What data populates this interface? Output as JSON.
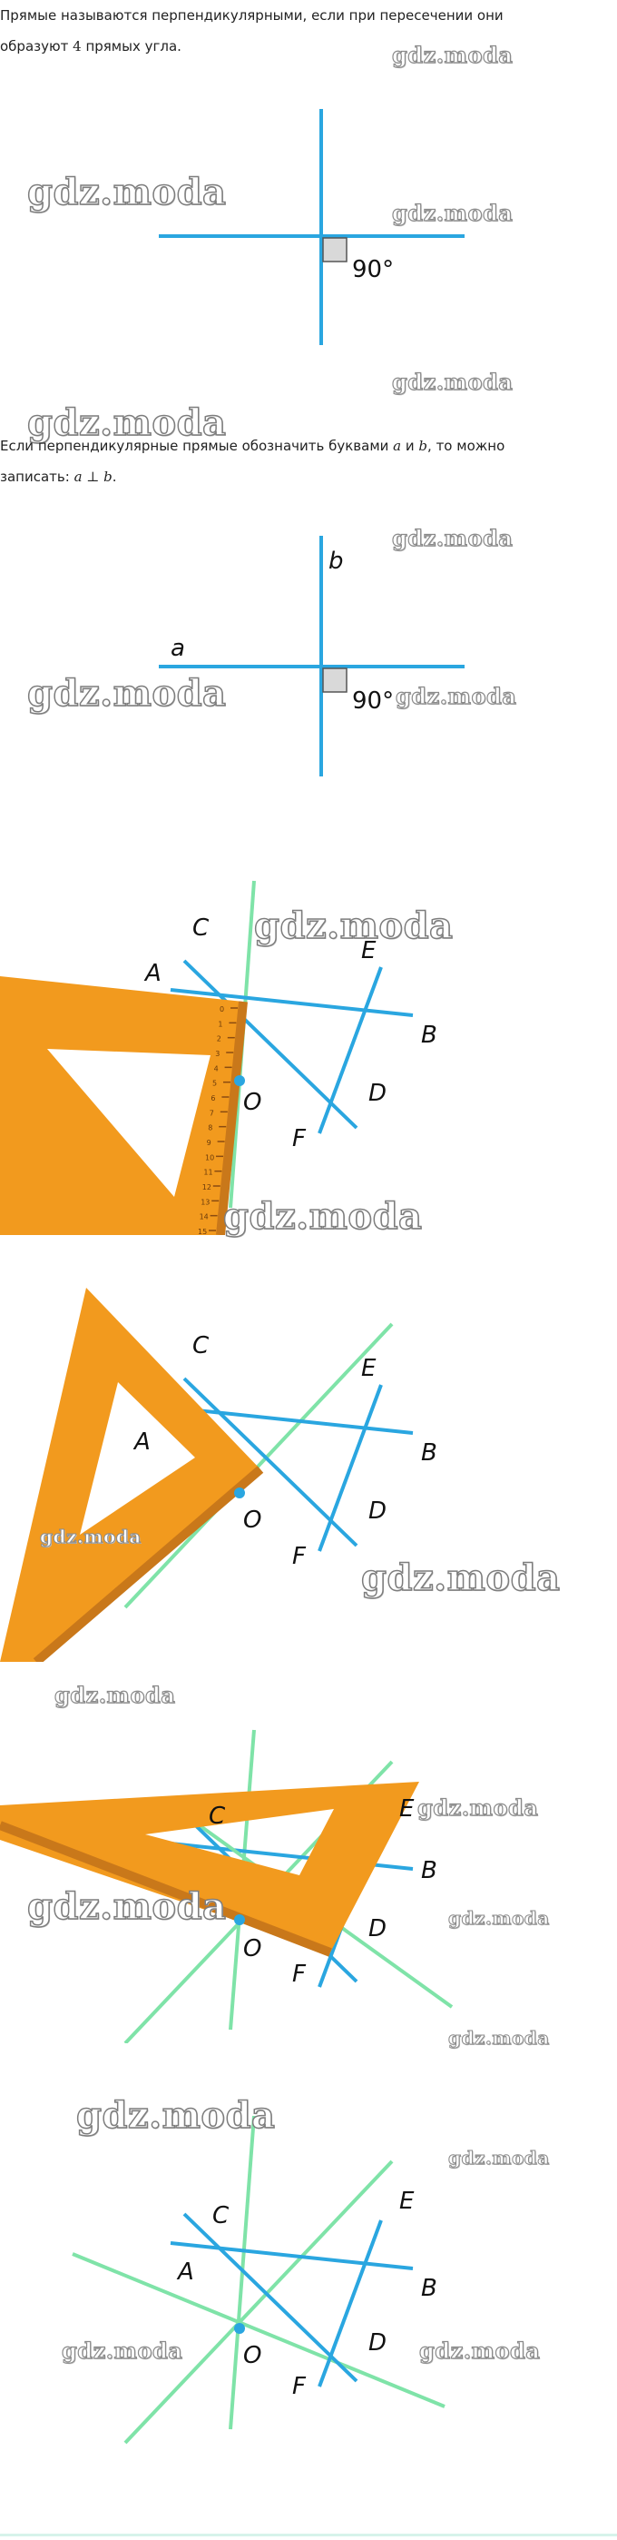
{
  "intro": {
    "line1": "Прямые называются перпендикулярными, если при пересечении они",
    "line2_pre": "образуют ",
    "line2_num": "4",
    "line2_post": " прямых угла."
  },
  "fig1": {
    "angle_label": "90°"
  },
  "notation": {
    "line1_pre": "Если перпендикулярные прямые обозначить буквами ",
    "var_a": "a",
    "line1_mid": " и ",
    "var_b": "b",
    "line1_post": ", то можно",
    "line2_pre": "записать: ",
    "expr_a": "a",
    "perp": " ⊥ ",
    "expr_b": "b",
    "line2_post": "."
  },
  "fig2": {
    "label_a": "a",
    "label_b": "b",
    "angle_label": "90°"
  },
  "construction_labels": {
    "A": "A",
    "B": "B",
    "C": "C",
    "D": "D",
    "E": "E",
    "F": "F",
    "O": "O"
  },
  "ruler_ticks": [
    "0",
    "1",
    "2",
    "3",
    "4",
    "5",
    "6",
    "7",
    "8",
    "9",
    "10",
    "11",
    "12",
    "13",
    "14",
    "15"
  ],
  "watermark": "gdz.moda",
  "colors": {
    "blue_line": "#2aa6e0",
    "green_line": "#7fe3a8",
    "triangle": "#f29a1e",
    "ruler_edge": "#c9781a",
    "watermark_outline": "#8a8a8a"
  }
}
